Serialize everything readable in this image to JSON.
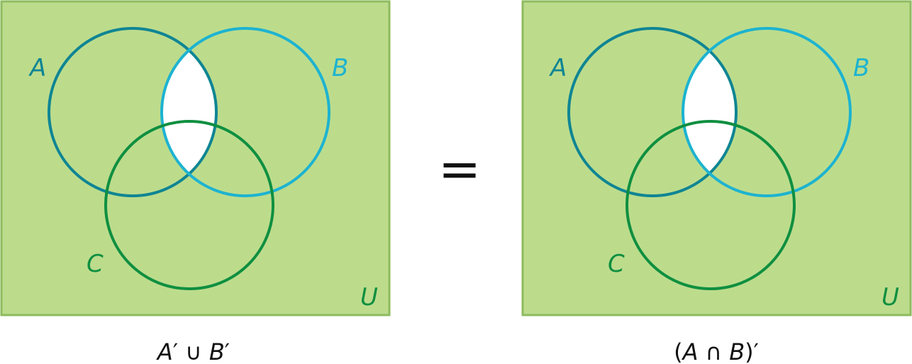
{
  "colors": {
    "universe_fill": "#bcdc8c",
    "universe_border": "#8dbb5e",
    "circle_a": "#0f8593",
    "circle_b": "#1db3d0",
    "circle_c": "#0f8f40",
    "region_empty": "#ffffff",
    "text": "#111111"
  },
  "left_diagram": {
    "labels": {
      "a": "A",
      "b": "B",
      "c": "C",
      "universe": "U"
    },
    "caption": {
      "a": "A",
      "prime1": "′",
      "union": " ∪ ",
      "b": "B",
      "prime2": "′"
    }
  },
  "equals_sign": "=",
  "right_diagram": {
    "labels": {
      "a": "A",
      "b": "B",
      "c": "C",
      "universe": "U"
    },
    "caption": {
      "open": "(",
      "a": "A",
      "intersect": " ∩ ",
      "b": "B",
      "close": ")′"
    }
  }
}
